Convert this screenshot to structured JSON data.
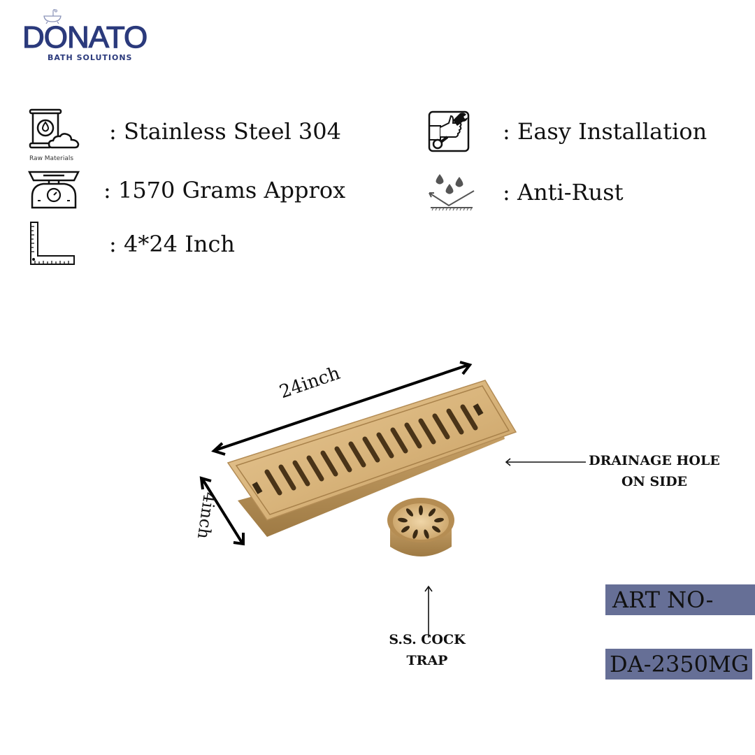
{
  "brand": {
    "name": "DONATO",
    "tagline": "BATH SOLUTIONS",
    "color": "#2b3a7c"
  },
  "specs": {
    "left": [
      {
        "icon": "raw-materials-icon",
        "icon_caption": "Raw Materials",
        "text": ": Stainless Steel 304"
      },
      {
        "icon": "weighing-scale-icon",
        "text": ": 1570 Grams Approx"
      },
      {
        "icon": "ruler-square-icon",
        "text": ": 4*24 Inch"
      }
    ],
    "right": [
      {
        "icon": "easy-installation-icon",
        "text": ": Easy Installation"
      },
      {
        "icon": "anti-rust-drops-icon",
        "text": ": Anti-Rust"
      }
    ]
  },
  "product": {
    "length_label": "24inch",
    "width_label": "4inch",
    "drainage_callout": [
      "DRAINAGE HOLE",
      "ON SIDE"
    ],
    "trap_callout": [
      "S.S. COCK",
      "TRAP"
    ],
    "finish_color": "#c9a46a"
  },
  "article": {
    "label": "ART NO-",
    "number": "DA-2350MG",
    "badge_color": "#666f96"
  }
}
